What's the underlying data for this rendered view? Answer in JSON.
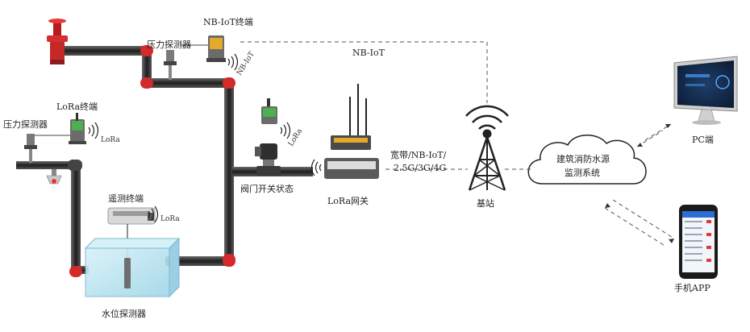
{
  "labels": {
    "nbiot_terminal": "NB-IoT终端",
    "pressure_probe_top": "压力探测器",
    "pressure_probe_left": "压力探测器",
    "lora_terminal": "LoRa终端",
    "lora_left": "LoRa",
    "nbiot_link": "NB-IoT",
    "nbiot_wave": "NB-IoT",
    "lora_valve": "LoRa",
    "telemetry_terminal": "遥测终端",
    "lora_telemetry": "LoRa",
    "valve_status": "阀门开关状态",
    "lora_gateway": "LoRa网关",
    "network_line1": "宽带/NB-IoT/",
    "network_line2": "2.5G/3G/4G",
    "base_station": "基站",
    "cloud_line1": "建筑消防水源",
    "cloud_line2": "监测系统",
    "pc": "PC端",
    "mobile_app": "手机APP",
    "water_level_probe": "水位探测器"
  },
  "colors": {
    "pipe": "#3a3a3a",
    "pipe_elbow": "#d42a2a",
    "tank": "#bfe6f2",
    "device_green": "#27b33a",
    "dashed_line": "#555555"
  }
}
